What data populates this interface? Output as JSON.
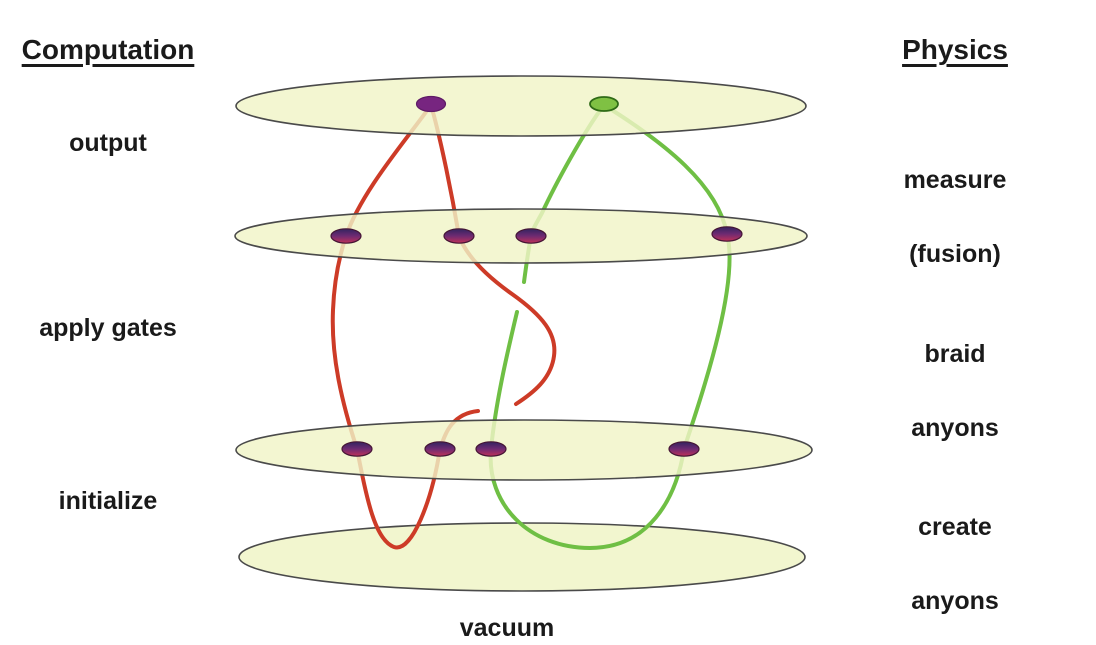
{
  "diagram": {
    "description": "Correspondence between quantum computation steps and topological physics operations: anyon worldlines braiding between stacked planes",
    "labels": {
      "computation_heading": "Computation",
      "physics_heading": "Physics",
      "output": "output",
      "apply_gates": "apply gates",
      "initialize": "initialize",
      "measure_line1": "measure",
      "measure_line2": "(fusion)",
      "braid_line1": "braid",
      "braid_line2": "anyons",
      "create_line1": "create",
      "create_line2": "anyons",
      "vacuum": "vacuum"
    },
    "colors": {
      "plane_fill": "#f0f4c7",
      "plane_stroke": "#4a4a4a",
      "red_worldline": "#cd3b27",
      "green_worldline": "#6fbf44",
      "purple_anyon_fill": "#772580",
      "purple_anyon_stroke": "#5e1b66",
      "green_anyon_fill": "#7fc143",
      "green_anyon_stroke": "#2f6b17",
      "anyon_gradient_top": "#332460",
      "anyon_gradient_mid": "#6e2a72",
      "anyon_gradient_bottom": "#c03158",
      "text": "#1a1a1a"
    },
    "structure": {
      "plane_count": 4,
      "anyons_on_measure_plane": 2,
      "anyons_on_braid_plane": 4,
      "anyons_on_create_plane": 4,
      "anyons_on_vacuum_plane": 0,
      "worldline_colors": [
        "red",
        "green"
      ],
      "crossings": [
        "red over green",
        "green over red"
      ]
    }
  }
}
